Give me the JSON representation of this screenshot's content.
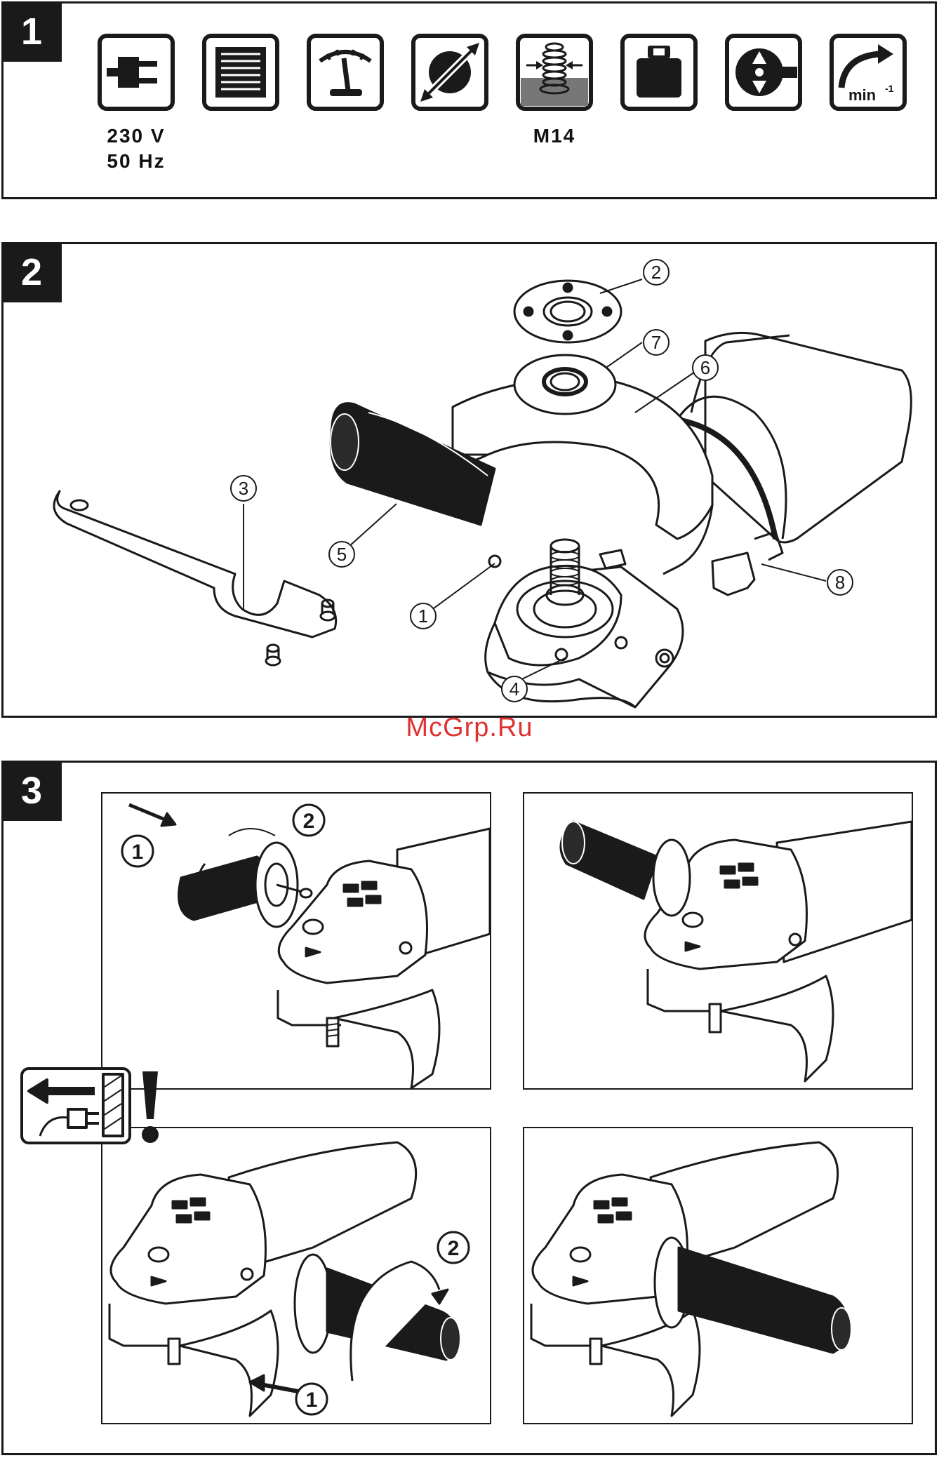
{
  "panels": {
    "p1": {
      "number": "1"
    },
    "p2": {
      "number": "2"
    },
    "p3": {
      "number": "3"
    }
  },
  "specs": {
    "voltage": "230 V",
    "frequency": "50 Hz",
    "thread": "M14"
  },
  "icons": [
    "power-plug-icon",
    "power-rating-icon",
    "gauge-icon",
    "disc-diameter-icon",
    "spindle-thread-icon",
    "weight-icon",
    "protection-class-icon",
    "speed-min-icon"
  ],
  "speed_unit": "min",
  "speed_exp": "-1",
  "callouts": {
    "c1": "1",
    "c2": "2",
    "c3": "3",
    "c4": "4",
    "c5": "5",
    "c6": "6",
    "c7": "7",
    "c8": "8"
  },
  "steps": {
    "a1": "1",
    "a2": "2",
    "d1": "1",
    "d2": "2"
  },
  "watermark": "McGrp.Ru",
  "colors": {
    "ink": "#1a1a1a",
    "watermark": "#e03131"
  }
}
